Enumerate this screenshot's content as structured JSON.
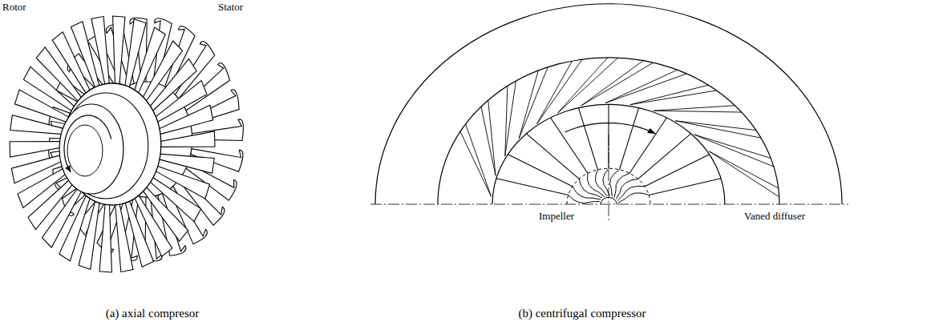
{
  "diagram": {
    "labels": [
      "Rotor",
      "Stator",
      "Impeller",
      "Vaned diffuser",
      "(a) axial compresor",
      "(b) centrifugal compressor"
    ]
  }
}
